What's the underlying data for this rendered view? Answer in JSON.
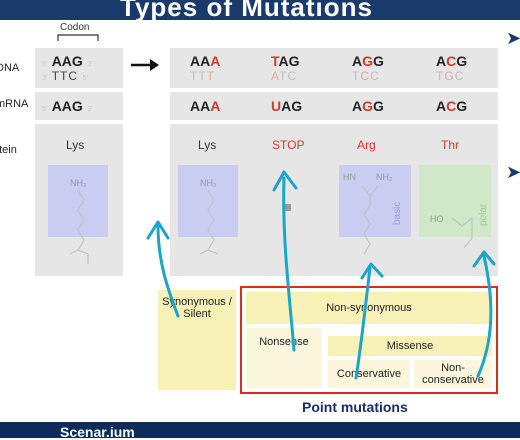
{
  "header": {
    "title": "Types of Mutations"
  },
  "codon_label": "Codon",
  "row_labels": {
    "dna": "DNA",
    "mrna": "mRNA",
    "protein": "Protein"
  },
  "original": {
    "dna_top": "AAG",
    "dna_top_5": "5'",
    "dna_top_3": "3'",
    "dna_bottom": "TTC",
    "dna_bottom_3": "3'",
    "dna_bottom_5": "5'",
    "mrna": "AAG",
    "mrna_5": "5'",
    "mrna_3": "3'",
    "amino_acid": "Lys"
  },
  "mutants": [
    {
      "dna_prefix": "AA",
      "dna_mut": "A",
      "dna_suffix": "",
      "comp_prefix": "TT",
      "comp_mut": "T",
      "comp_suffix": "",
      "mrna_prefix": "AA",
      "mrna_mut": "A",
      "mrna_suffix": "",
      "amino_acid": "Lys",
      "aa_red": false
    },
    {
      "dna_prefix": "",
      "dna_mut": "T",
      "dna_suffix": "AG",
      "comp_prefix": "",
      "comp_mut": "A",
      "comp_suffix": "TC",
      "mrna_prefix": "",
      "mrna_mut": "U",
      "mrna_suffix": "AG",
      "amino_acid": "STOP",
      "aa_red": true
    },
    {
      "dna_prefix": "A",
      "dna_mut": "G",
      "dna_suffix": "G",
      "comp_prefix": "T",
      "comp_mut": "C",
      "comp_suffix": "C",
      "mrna_prefix": "A",
      "mrna_mut": "G",
      "mrna_suffix": "G",
      "amino_acid": "Arg",
      "aa_red": true
    },
    {
      "dna_prefix": "A",
      "dna_mut": "C",
      "dna_suffix": "G",
      "comp_prefix": "T",
      "comp_mut": "G",
      "comp_suffix": "C",
      "mrna_prefix": "A",
      "mrna_mut": "C",
      "mrna_suffix": "G",
      "amino_acid": "Thr",
      "aa_red": true
    }
  ],
  "molecule_labels": {
    "nh2": "NH₂",
    "hn": "HN",
    "ho": "HO",
    "basic": "basic",
    "polar": "polar"
  },
  "classification": {
    "synonymous": "Synonymous / Silent",
    "non_synonymous": "Non-synonymous",
    "nonsense": "Nonsense",
    "missense": "Missense",
    "conservative": "Conservative",
    "non_conservative": "Non-conservative",
    "point_mutations": "Point mutations"
  },
  "footer": {
    "text": "Scenar.ium"
  },
  "colors": {
    "mutation_red": "#d23a2f",
    "panel_gray": "#e6e6e6",
    "box_yellow": "#f7f1b8",
    "box_cream": "#fbf7dc",
    "frame_red": "#e02a20",
    "arrow_teal": "#1aa6c8",
    "navy": "#1a3a6b",
    "mol_blue": "#c9cdf2",
    "mol_green": "#cfe8c8"
  }
}
